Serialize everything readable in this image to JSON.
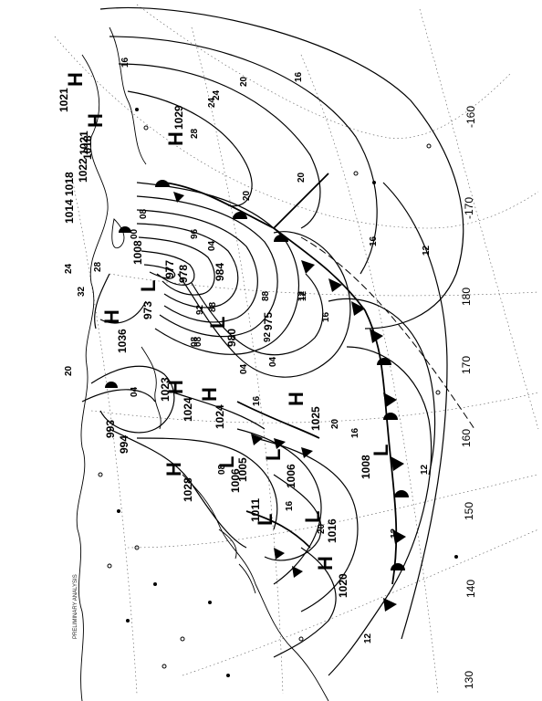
{
  "title_block": "PRELIMINARY ANALYSIS",
  "pressure_systems": [
    {
      "id": "h1",
      "type": "H",
      "value": "1021"
    },
    {
      "id": "h2",
      "type": "H",
      "value": "1021"
    },
    {
      "id": "h3",
      "type": "H",
      "value": "1029"
    },
    {
      "id": "h4",
      "type": "H",
      "value": "1018"
    },
    {
      "id": "h5",
      "type": "H",
      "value": "1022"
    },
    {
      "id": "l1",
      "type": "L",
      "value": "1018"
    },
    {
      "id": "l2",
      "type": "L",
      "value": "1014"
    },
    {
      "id": "l3",
      "type": "L",
      "value": "1008"
    },
    {
      "id": "l4",
      "type": "L",
      "value": "973"
    },
    {
      "id": "l5",
      "type": "L",
      "value": "977"
    },
    {
      "id": "l6",
      "type": "L",
      "value": "978"
    },
    {
      "id": "l7",
      "type": "L",
      "value": "980"
    },
    {
      "id": "l8",
      "type": "L",
      "value": "984"
    },
    {
      "id": "l9",
      "type": "L",
      "value": "975"
    },
    {
      "id": "h6",
      "type": "H",
      "value": "1036"
    },
    {
      "id": "h7",
      "type": "H",
      "value": "1023"
    },
    {
      "id": "h8",
      "type": "H",
      "value": "1024"
    },
    {
      "id": "h9",
      "type": "H",
      "value": "1024"
    },
    {
      "id": "l10",
      "type": "L",
      "value": "993"
    },
    {
      "id": "l11",
      "type": "L",
      "value": "994"
    },
    {
      "id": "h10",
      "type": "H",
      "value": "1025"
    },
    {
      "id": "h11",
      "type": "H",
      "value": "1028"
    },
    {
      "id": "l12",
      "type": "L",
      "value": "1005"
    },
    {
      "id": "l13",
      "type": "L",
      "value": "1006"
    },
    {
      "id": "l14",
      "type": "L",
      "value": "1006"
    },
    {
      "id": "l15",
      "type": "L",
      "value": "1008"
    },
    {
      "id": "l16",
      "type": "L",
      "value": "1011"
    },
    {
      "id": "l17",
      "type": "L",
      "value": "1016"
    },
    {
      "id": "h12",
      "type": "H",
      "value": "1020"
    }
  ],
  "contour_labels": [
    "16",
    "20",
    "24",
    "28",
    "32",
    "20",
    "16",
    "12",
    "08",
    "04",
    "00",
    "96",
    "92",
    "88",
    "04",
    "08",
    "12",
    "16",
    "20",
    "24",
    "16",
    "12",
    "20",
    "12",
    "16",
    "20",
    "24",
    "28",
    "08",
    "16",
    "20",
    "12",
    "12",
    "16",
    "04",
    "08",
    "92",
    "88",
    "04"
  ],
  "longitude_labels": [
    "-160",
    "-170",
    "180",
    "170",
    "160",
    "150",
    "140",
    "130"
  ],
  "colors": {
    "ink": "#000000",
    "paper": "#ffffff",
    "grid": "#555555"
  }
}
